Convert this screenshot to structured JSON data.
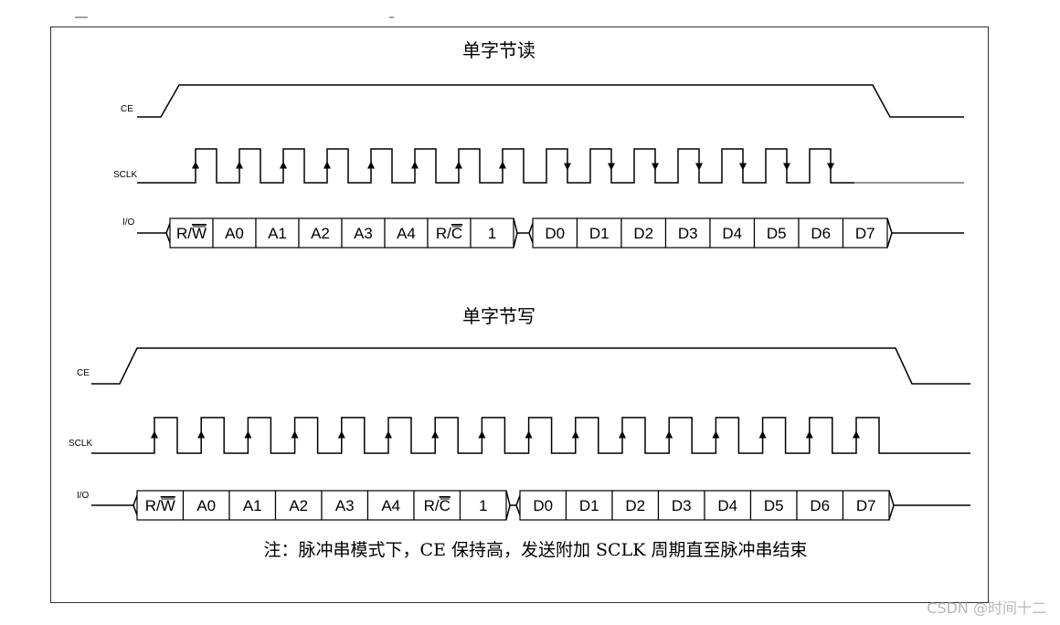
{
  "read_section": {
    "title": "单字节读",
    "signals": {
      "ce": "CE",
      "sclk": "SCLK",
      "io": "I/O"
    },
    "address_cells": [
      "R/W",
      "A0",
      "A1",
      "A2",
      "A3",
      "A4",
      "R/C",
      "1"
    ],
    "data_cells": [
      "D0",
      "D1",
      "D2",
      "D3",
      "D4",
      "D5",
      "D6",
      "D7"
    ]
  },
  "write_section": {
    "title": "单字节写",
    "signals": {
      "ce": "CE",
      "sclk": "SCLK",
      "io": "I/O"
    },
    "address_cells": [
      "R/W",
      "A0",
      "A1",
      "A2",
      "A3",
      "A4",
      "R/C",
      "1"
    ],
    "data_cells": [
      "D0",
      "D1",
      "D2",
      "D3",
      "D4",
      "D5",
      "D6",
      "D7"
    ]
  },
  "note": "注：脉冲串模式下，CE 保持高，发送附加 SCLK 周期直至脉冲串结束",
  "watermark": "CSDN @时间十二"
}
